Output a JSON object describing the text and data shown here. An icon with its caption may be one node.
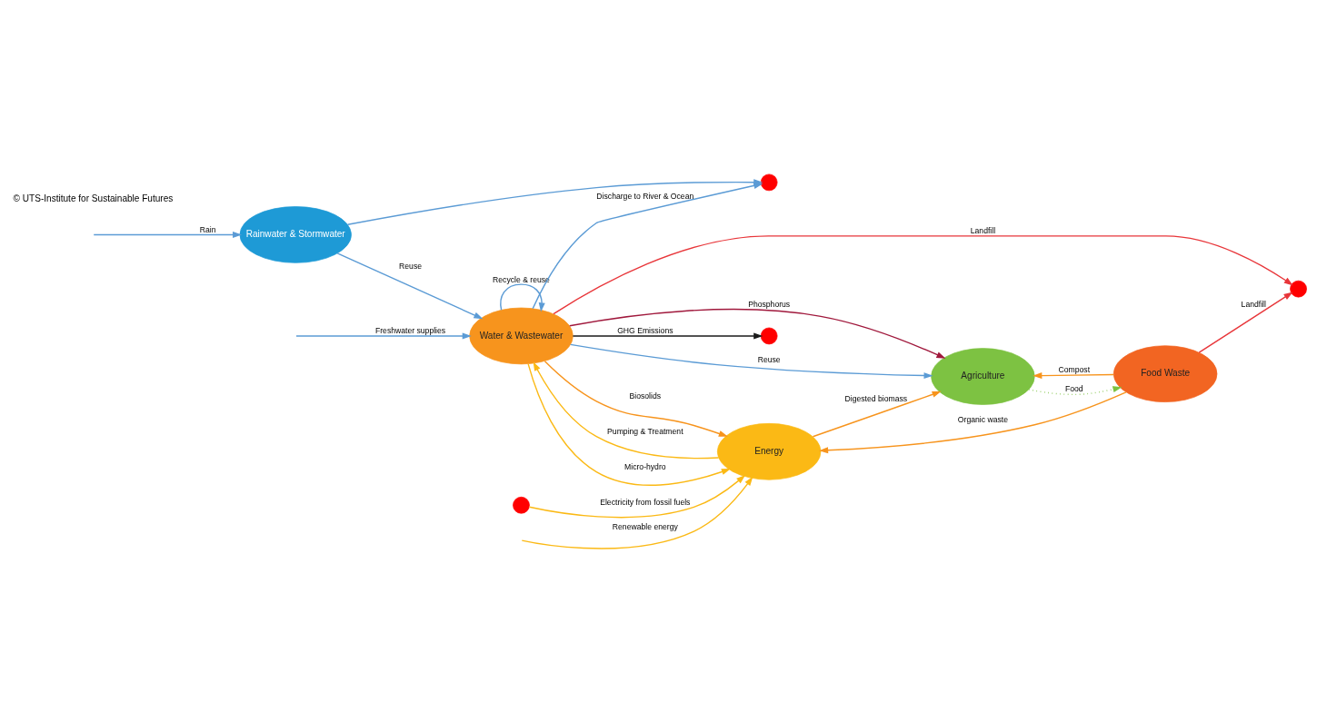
{
  "diagram": {
    "nodes": [
      {
        "text": [
          "Water & Wastewater"
        ]
      },
      {
        "text": [
          "Rainwater & Stormwater"
        ]
      },
      {
        "text": [
          "Energy"
        ]
      },
      {
        "text": [
          "Food Waste"
        ]
      },
      {
        "text": [
          "Agriculture"
        ]
      },
      {
        "text": [],
        "shape": "circle"
      },
      {
        "text": [],
        "shape": "circle"
      },
      {
        "text": [],
        "shape": "circle"
      },
      {
        "text": [],
        "shape": "circle"
      }
    ],
    "edges": [
      {
        "from": null,
        "to": 0,
        "arrow": "to",
        "label": "Freshwater supplies",
        "color": "#5b9bd5"
      },
      {
        "from": 0,
        "to": 5,
        "arrow": "to",
        "label": "GHG Emissions",
        "color": "#1a1a1a"
      },
      {
        "from": 0,
        "to": 0,
        "arrow": "to",
        "label": "Recycle & reuse",
        "color": "#5b9bd5"
      },
      {
        "from": null,
        "to": 1,
        "arrow": "to",
        "label": "Rain",
        "color": "#5b9bd5"
      },
      {
        "from": 1,
        "to": 0,
        "arrow": "to",
        "label": "Reuse",
        "color": "#5b9bd5"
      },
      {
        "from": 0,
        "to": 6,
        "arrow": "to",
        "label": "Discharge to River & Ocean",
        "color": "#5b9bd5"
      },
      {
        "from": 1,
        "to": 6,
        "arrow": "to",
        "color": "#5b9bd5"
      },
      {
        "from": 0,
        "to": 7,
        "arrow": "to",
        "label": "Landfill",
        "color": "#e8363a"
      },
      {
        "from": 3,
        "to": 7,
        "arrow": "to",
        "label": "Landfill",
        "color": "#e8363a"
      },
      {
        "from": 2,
        "to": 0,
        "arrow": "to",
        "label": "Pumping & Treatment",
        "color": "#fbb915"
      },
      {
        "from": 0,
        "to": 2,
        "arrow": "to",
        "label": "Micro-hydro",
        "color": "#fbb915"
      },
      {
        "from": 0,
        "to": 2,
        "arrow": "to",
        "label": "Biosolids",
        "color": "#f7941d"
      },
      {
        "from": 0,
        "to": 4,
        "arrow": "to",
        "label": "Phosphorus",
        "color": "#a0183c"
      },
      {
        "from": 3,
        "to": 2,
        "arrow": "to",
        "label": "Organic waste",
        "color": "#f7941d"
      },
      {
        "from": 0,
        "to": 4,
        "arrow": "to",
        "label": "Reuse",
        "color": "#5b9bd5"
      },
      {
        "from": 4,
        "to": 3,
        "arrow": "to",
        "label": "Food",
        "style": "dashed",
        "color": "#7dc242"
      },
      {
        "from": 3,
        "to": 4,
        "arrow": "to",
        "label": "Compost",
        "color": "#f7941d"
      },
      {
        "from": 2,
        "to": 4,
        "arrow": "to",
        "label": "Digested biomass",
        "color": "#f7941d"
      },
      {
        "from": 8,
        "to": 2,
        "arrow": "to",
        "label": "Electricity from fossil fuels",
        "color": "#fbb915"
      },
      {
        "from": null,
        "to": 2,
        "arrow": "to",
        "label": "Renewable energy",
        "color": "#fbb915"
      }
    ],
    "labels": [
      "© UTS-Institute for Sustainable Futures"
    ]
  }
}
